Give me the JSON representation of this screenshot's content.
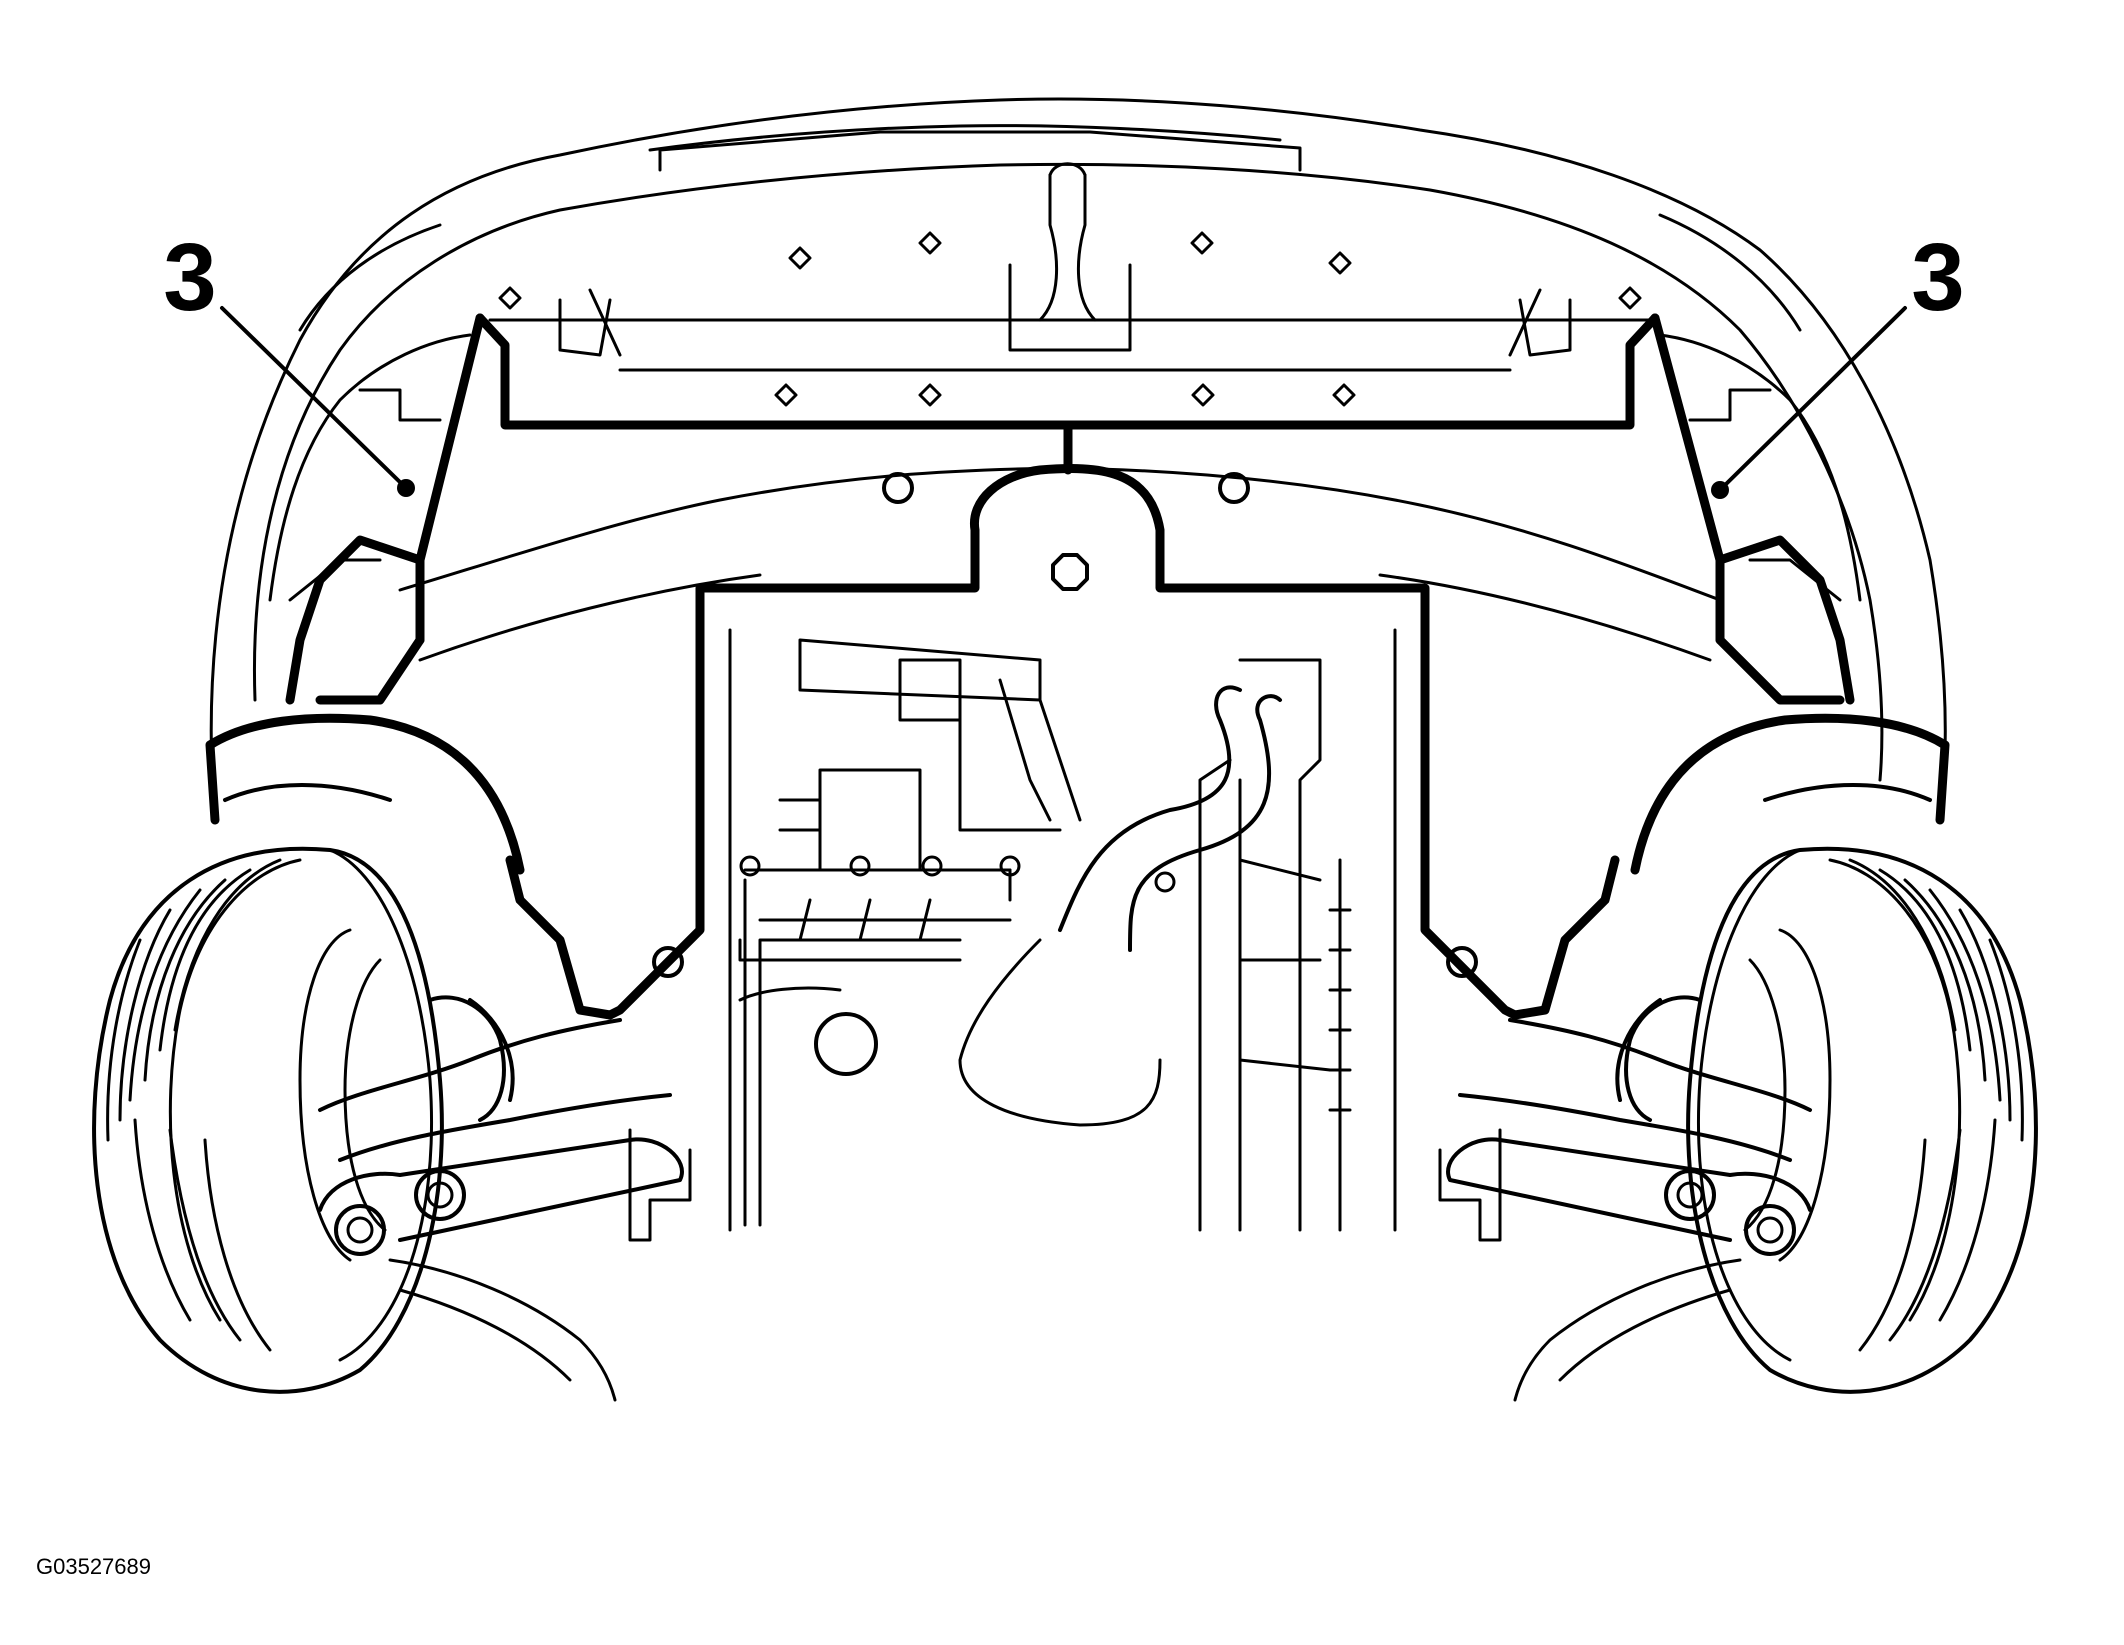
{
  "figure": {
    "callouts": [
      {
        "label": "3"
      },
      {
        "label": "3"
      }
    ],
    "figure_id": "G03527689"
  }
}
